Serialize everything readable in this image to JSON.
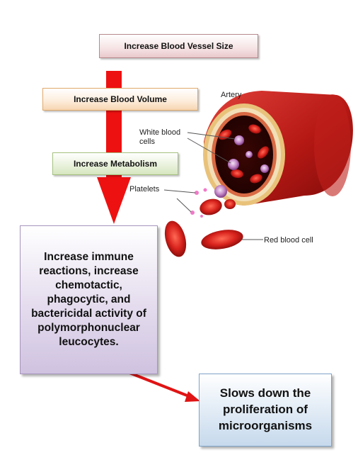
{
  "boxes": {
    "vessel": "Increase Blood Vessel Size",
    "volume": "Increase Blood Volume",
    "metabolism": "Increase Metabolism",
    "immune": "Increase immune reactions, increase chemotactic, phagocytic, and bactericidal activity of polymorphonuclear leucocytes.",
    "slows": "Slows down the proliferation of microorganisms"
  },
  "labels": {
    "artery": "Artery",
    "white_blood_cells": "White blood cells",
    "platelets": "Platelets",
    "red_blood_cell": "Red blood cell"
  },
  "colors": {
    "arrow": "#ee1111",
    "vessel": "#c8201c",
    "red_cell": "#d8221c",
    "white_cell": "#9a4a9a"
  }
}
